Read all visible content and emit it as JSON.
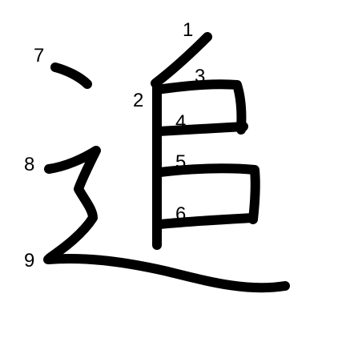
{
  "character": "追",
  "stroke_color": "#000000",
  "background_color": "#ffffff",
  "stroke_labels": [
    "1",
    "2",
    "3",
    "4",
    "5",
    "6",
    "7",
    "8",
    "9"
  ]
}
